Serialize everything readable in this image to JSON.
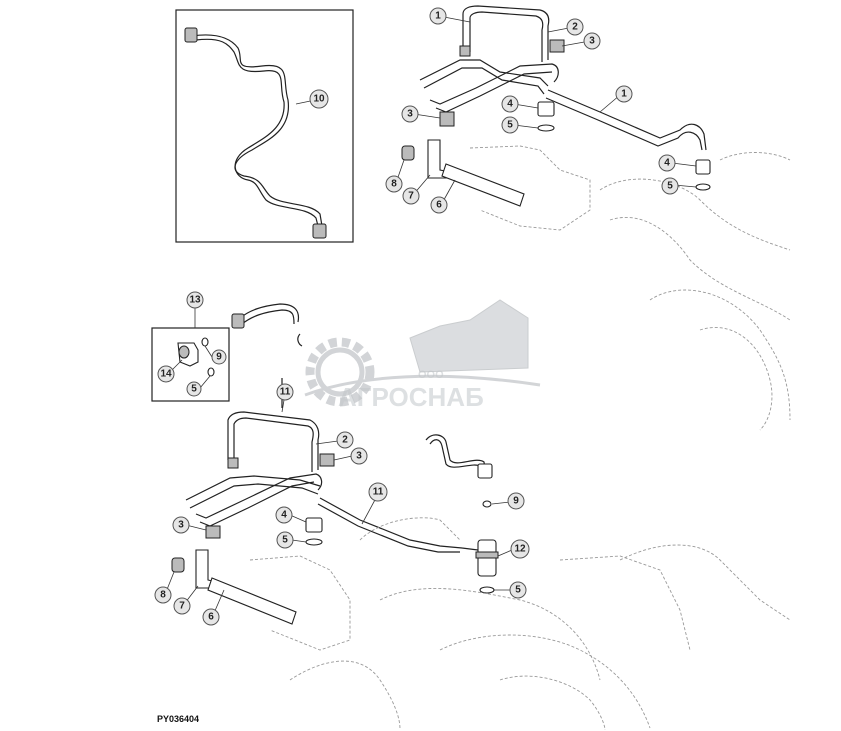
{
  "reference_code": "PY036404",
  "watermark": {
    "company_form": "ООО",
    "company_name": "АГРОСНАБ"
  },
  "callouts": {
    "top": {
      "c1a": "1",
      "c2": "2",
      "c3a": "3",
      "c1b": "1",
      "c3b": "3",
      "c4a": "4",
      "c5a": "5",
      "c4b": "4",
      "c5b": "5",
      "c8": "8",
      "c7": "7",
      "c6": "6",
      "c10": "10"
    },
    "inset": {
      "c13": "13",
      "c9": "9",
      "c14": "14",
      "c5": "5"
    },
    "bottom": {
      "c11a": "11",
      "c2": "2",
      "c3a": "3",
      "c3b": "3",
      "c4": "4",
      "c5a": "5",
      "c8": "8",
      "c7": "7",
      "c6": "6",
      "c11b": "11",
      "c9": "9",
      "c12": "12",
      "c5b": "5"
    }
  }
}
